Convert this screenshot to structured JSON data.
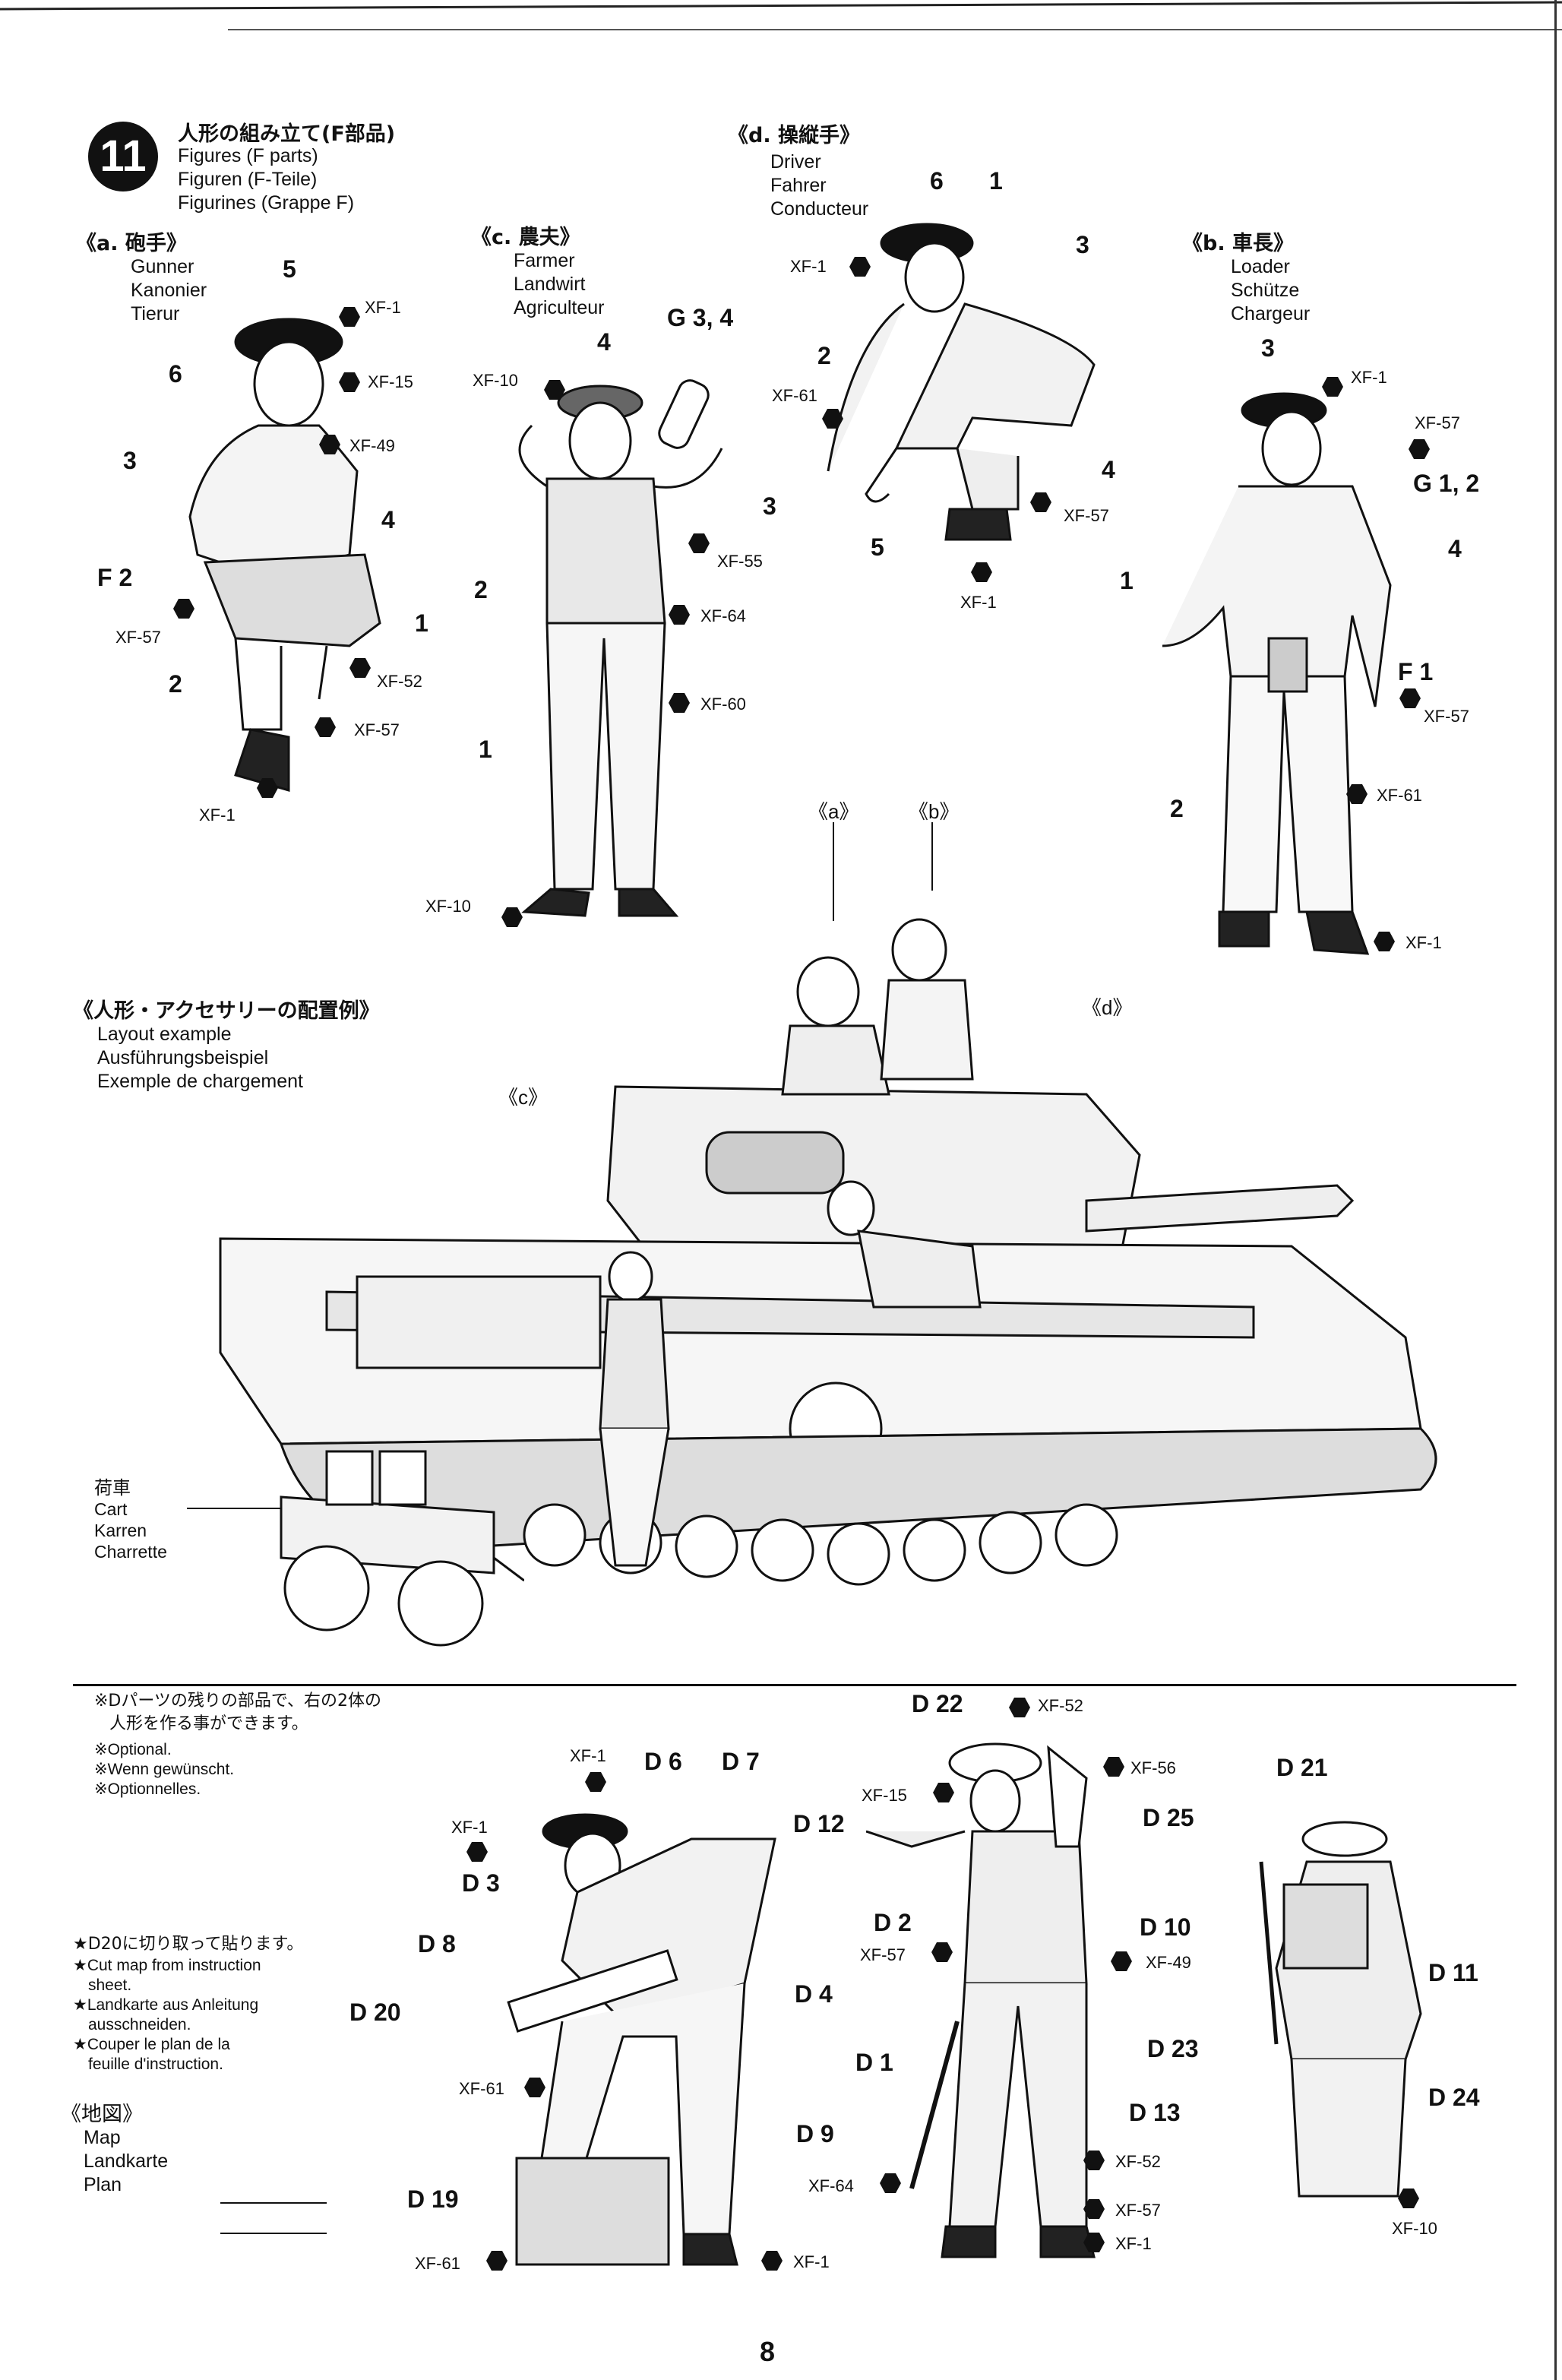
{
  "step": {
    "number": "11",
    "title_jp": "人形の組み立て(F部品)",
    "title_lines": [
      "Figures (F parts)",
      "Figuren (F-Teile)",
      "Figurines (Grappe F)"
    ]
  },
  "figures": {
    "gunner": {
      "heading": "《a. 砲手》",
      "lines": [
        "Gunner",
        "Kanonier",
        "Tierur"
      ],
      "parts": [
        "5",
        "6",
        "3",
        "4",
        "F 2",
        "1",
        "2"
      ],
      "paints": [
        "XF-1",
        "XF-15",
        "XF-49",
        "XF-57",
        "XF-52",
        "XF-57",
        "XF-1"
      ]
    },
    "farmer": {
      "heading": "《c. 農夫》",
      "lines": [
        "Farmer",
        "Landwirt",
        "Agriculteur"
      ],
      "parts": [
        "4",
        "G 3, 4",
        "3",
        "2",
        "1"
      ],
      "paints": [
        "XF-10",
        "XF-55",
        "XF-64",
        "XF-60",
        "XF-10"
      ]
    },
    "driver": {
      "heading": "《d. 操縦手》",
      "lines": [
        "Driver",
        "Fahrer",
        "Conducteur"
      ],
      "parts": [
        "6",
        "1",
        "3",
        "2",
        "4",
        "5"
      ],
      "paints": [
        "XF-1",
        "XF-61",
        "XF-57",
        "XF-1"
      ]
    },
    "loader": {
      "heading": "《b. 車長》",
      "lines": [
        "Loader",
        "Schütze",
        "Chargeur"
      ],
      "parts": [
        "3",
        "G 1, 2",
        "4",
        "1",
        "F 1",
        "2"
      ],
      "paints": [
        "XF-1",
        "XF-57",
        "XF-57",
        "XF-61",
        "XF-1"
      ]
    }
  },
  "layout": {
    "heading": "《人形・アクセサリーの配置例》",
    "lines": [
      "Layout example",
      "Ausführungsbeispiel",
      "Exemple de chargement"
    ],
    "markers": [
      "《a》",
      "《b》",
      "《c》",
      "《d》"
    ],
    "cart_jp": "荷車",
    "cart_lines": [
      "Cart",
      "Karren",
      "Charrette"
    ]
  },
  "optional": {
    "note_jp": [
      "※Dパーツの残りの部品で、右の2体の",
      "人形を作る事ができます。"
    ],
    "note_lines": [
      "※Optional.",
      "※Wenn gewünscht.",
      "※Optionnelles."
    ],
    "cut_jp": "★D20に切り取って貼ります。",
    "cut_lines": [
      "★Cut map from instruction",
      "sheet.",
      "★Landkarte aus Anleitung",
      "ausschneiden.",
      "★Couper le plan de la",
      "feuille d'instruction."
    ],
    "map_jp": "《地図》",
    "map_lines": [
      "Map",
      "Landkarte",
      "Plan"
    ]
  },
  "officer": {
    "parts": [
      "D 6",
      "D 7",
      "D 3",
      "D 8",
      "D 4",
      "D 20",
      "D 9",
      "D 19"
    ],
    "paints": [
      "XF-1",
      "XF-1",
      "XF-61",
      "XF-61",
      "XF-1"
    ]
  },
  "infantry": {
    "parts": [
      "D 22",
      "D 12",
      "D 25",
      "D 2",
      "D 10",
      "D 1",
      "D 13"
    ],
    "paints": [
      "XF-52",
      "XF-15",
      "XF-56",
      "XF-57",
      "XF-49",
      "XF-52",
      "XF-64",
      "XF-57",
      "XF-1"
    ]
  },
  "rear_soldier": {
    "parts": [
      "D 21",
      "D 11",
      "D 23",
      "D 24"
    ],
    "paints": [
      "XF-10"
    ]
  },
  "page_number": "8"
}
